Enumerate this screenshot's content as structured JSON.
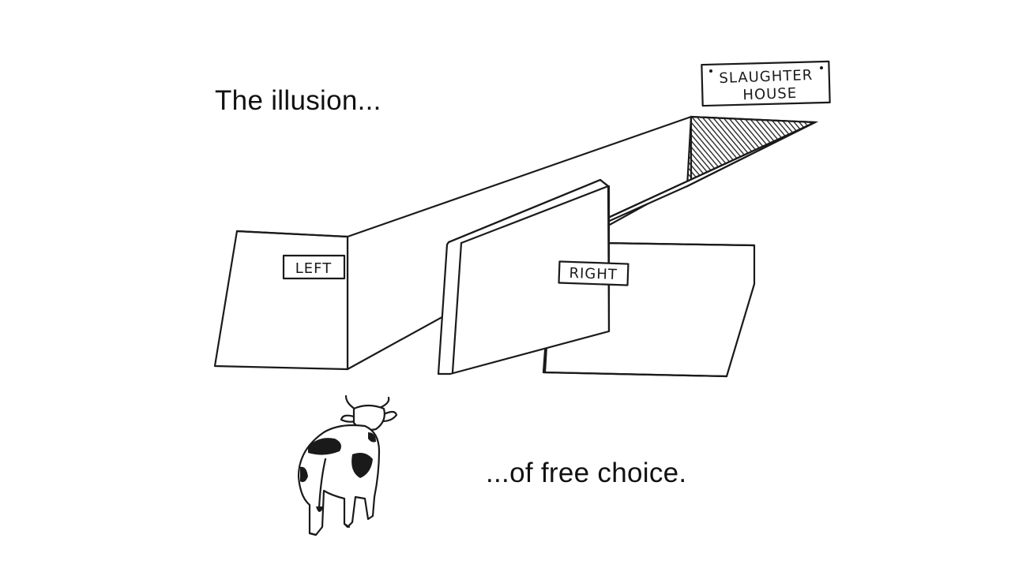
{
  "captions": {
    "top": "The illusion...",
    "bottom": "...of free choice."
  },
  "signs": {
    "slaughterhouse_line1": "SLAUGHTER",
    "slaughterhouse_line2": "HOUSE",
    "left": "LEFT",
    "right": "RIGHT"
  },
  "colors": {
    "ink": "#1a1a1a",
    "background": "#ffffff"
  }
}
